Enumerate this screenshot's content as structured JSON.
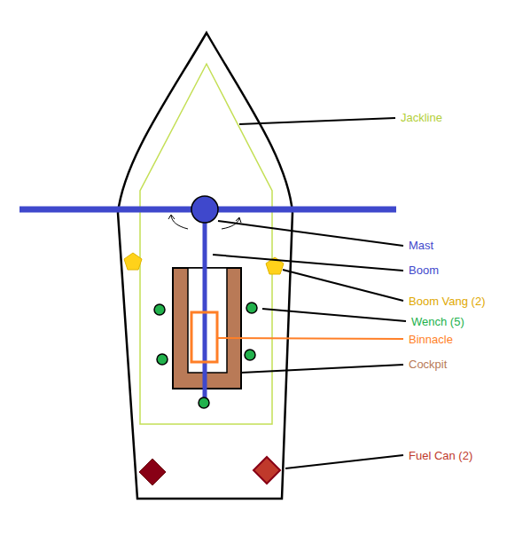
{
  "diagram": {
    "labels": [
      "Jackline",
      "Mast",
      "Boom",
      "Boom Vang (2)",
      "Wench (5)",
      "Binnacle",
      "Cockpit",
      "Fuel Can (2)"
    ]
  }
}
